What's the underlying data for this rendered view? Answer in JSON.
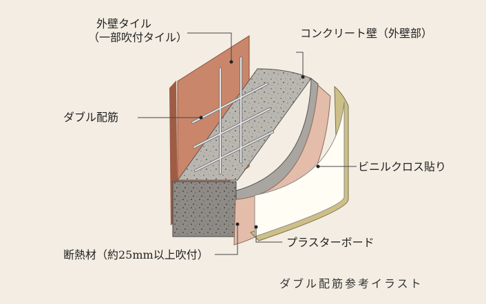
{
  "labels": {
    "exterior_tile": "外壁タイル",
    "exterior_tile_note": "（一部吹付タイル）",
    "concrete_wall": "コンクリート壁（外壁部）",
    "double_rebar": "ダブル配筋",
    "vinyl_cloth": "ビニルクロス貼り",
    "plaster_board": "プラスターボード",
    "insulation": "断熱材（約25mm以上吹付）"
  },
  "caption": "ダブル配筋参考イラスト",
  "colors": {
    "background": "#f3ede3",
    "tile": "#c8846a",
    "concrete": "#b9b6b0",
    "insulation": "#e0b9a8",
    "board": "#fffdf4",
    "rebar": "#d8d8d8"
  }
}
